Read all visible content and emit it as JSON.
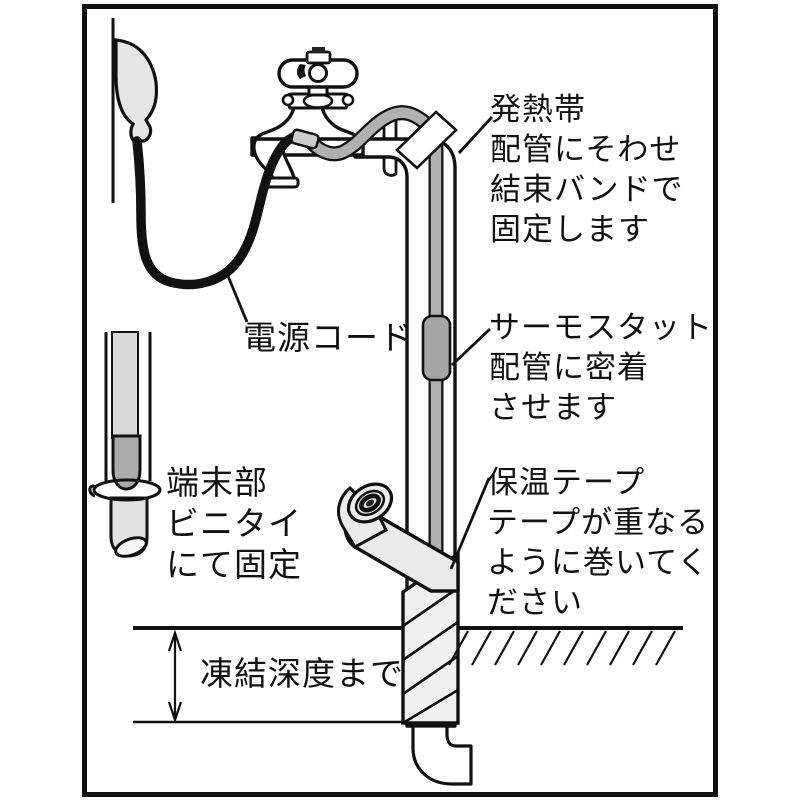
{
  "diagram": {
    "title": "pipe-heating-band-installation-instructions",
    "labels": {
      "heating_band": {
        "lines": [
          "発熱帯",
          "配管にそわせ",
          "結束バンドで",
          "固定します"
        ]
      },
      "thermostat": {
        "lines": [
          "サーモスタット",
          "配管に密着",
          "させます"
        ]
      },
      "insulation_tape": {
        "lines": [
          "保温テープ",
          "テープが重なる",
          "ように巻いてく",
          "ださい"
        ]
      },
      "power_cord": {
        "text": "電源コード"
      },
      "terminal_end": {
        "lines": [
          "端末部",
          "ビニタイ",
          "にて固定"
        ]
      },
      "freeze_depth": {
        "text": "凍結深度まで"
      }
    },
    "colors": {
      "outline": "#111111",
      "band_gray": "#b0b0b0",
      "thermostat_gray": "#a5a5a5",
      "light_gray": "#e6e6e6",
      "sheet_gray": "#eaeaea",
      "wrap_gray": "#f0f0f0",
      "terminal_gray": "#ababab",
      "pipe_gray": "#d9d9d9",
      "background": "#ffffff"
    }
  }
}
